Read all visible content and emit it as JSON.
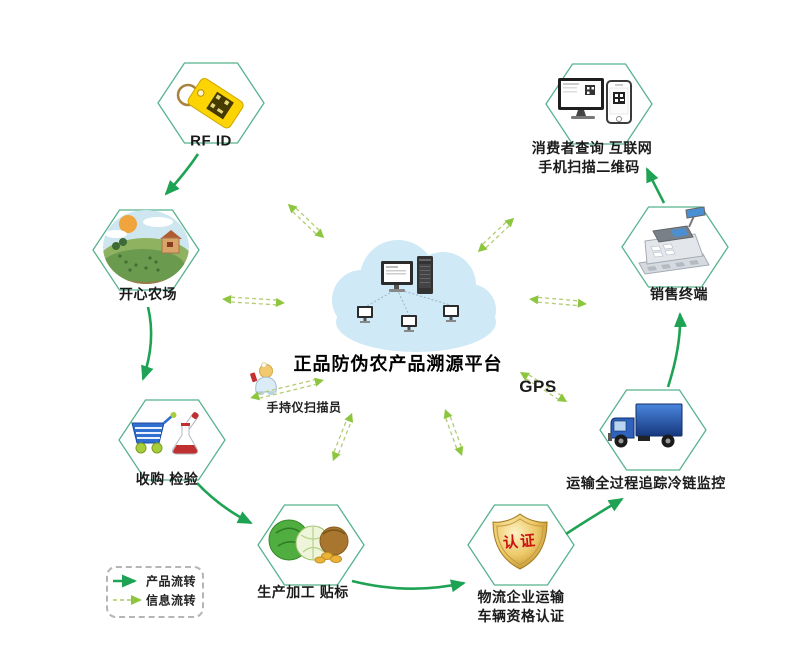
{
  "title": "正品防伪农产品溯源平台",
  "nodes": {
    "rfid": {
      "label": "RF ID"
    },
    "farm": {
      "label": "开心农场"
    },
    "purchase": {
      "label": "收购 检验"
    },
    "produce": {
      "label": "生产加工 贴标"
    },
    "logistics": {
      "label_line1": "物流企业运输",
      "label_line2": "车辆资格认证",
      "shield_text": "认证"
    },
    "transport": {
      "label": "运输全过程追踪冷链监控"
    },
    "terminal": {
      "label": "销售终端"
    },
    "consumer": {
      "label_line1": "消费者查询 互联网",
      "label_line2": "手机扫描二维码"
    }
  },
  "annotations": {
    "scanner": "手持仪扫描员",
    "gps": "GPS"
  },
  "legend": {
    "product_flow": "产品流转",
    "info_flow": "信息流转"
  },
  "icons": {
    "rfid-tag-icon": "yellow-rfid-tag-with-qr",
    "farm-icon": "farm-landscape",
    "cart-flask-icon": "shopping-cart-and-test-flask",
    "cabbage-icon": "cabbages-produce",
    "certification-shield-icon": "gold-certification-shield",
    "truck-icon": "blue-delivery-truck",
    "cash-register-icon": "cash-register",
    "monitor-phone-icon": "computer-and-smartphone-qr",
    "cloud-icon": "cloud-computing-network",
    "scanner-person-icon": "handheld-scanner-operator"
  },
  "colors": {
    "hex_border": "#57b28c",
    "product_arrow": "#1ea253",
    "info_arrow_head": "#8cc63e",
    "info_arrow_line": "#b3cc73",
    "cloud": "#cfe9f7",
    "shield_gold": "#e7bf5e",
    "shield_text": "#cc1111",
    "tag_yellow": "#fcd303",
    "truck_blue": "#2e62bd"
  }
}
